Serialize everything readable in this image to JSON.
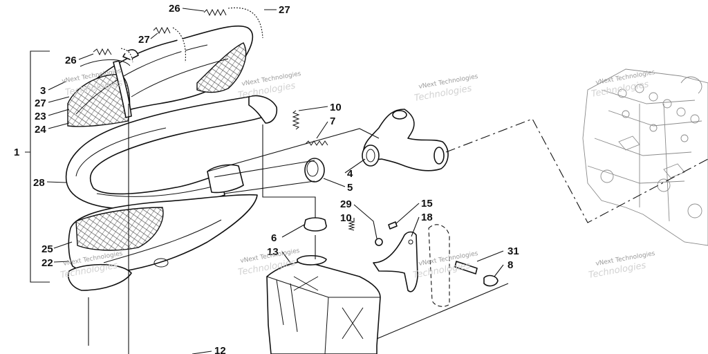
{
  "diagram": {
    "callouts": {
      "c1": "1",
      "c3": "3",
      "c4": "4",
      "c5": "5",
      "c6": "6",
      "c7": "7",
      "c8": "8",
      "c10a": "10",
      "c10b": "10",
      "c12": "12",
      "c13": "13",
      "c15": "15",
      "c18": "18",
      "c22": "22",
      "c23": "23",
      "c24": "24",
      "c25": "25",
      "c26a": "26",
      "c26b": "26",
      "c27a": "27",
      "c27b": "27",
      "c27c": "27",
      "c28": "28",
      "c29": "29",
      "c31": "31"
    },
    "watermark": {
      "brand": "vNext Technologies",
      "brand_big": "Technologies"
    }
  }
}
